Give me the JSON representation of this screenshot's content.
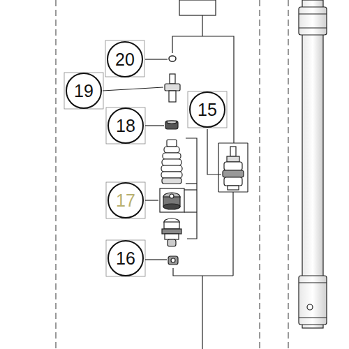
{
  "diagram": {
    "nodes": [
      {
        "text": [
          "20"
        ]
      },
      {
        "text": [
          "19"
        ]
      },
      {
        "text": [
          "18"
        ]
      },
      {
        "text": [
          "15"
        ]
      },
      {
        "text": [
          "17"
        ]
      },
      {
        "text": [
          "16"
        ]
      }
    ]
  }
}
